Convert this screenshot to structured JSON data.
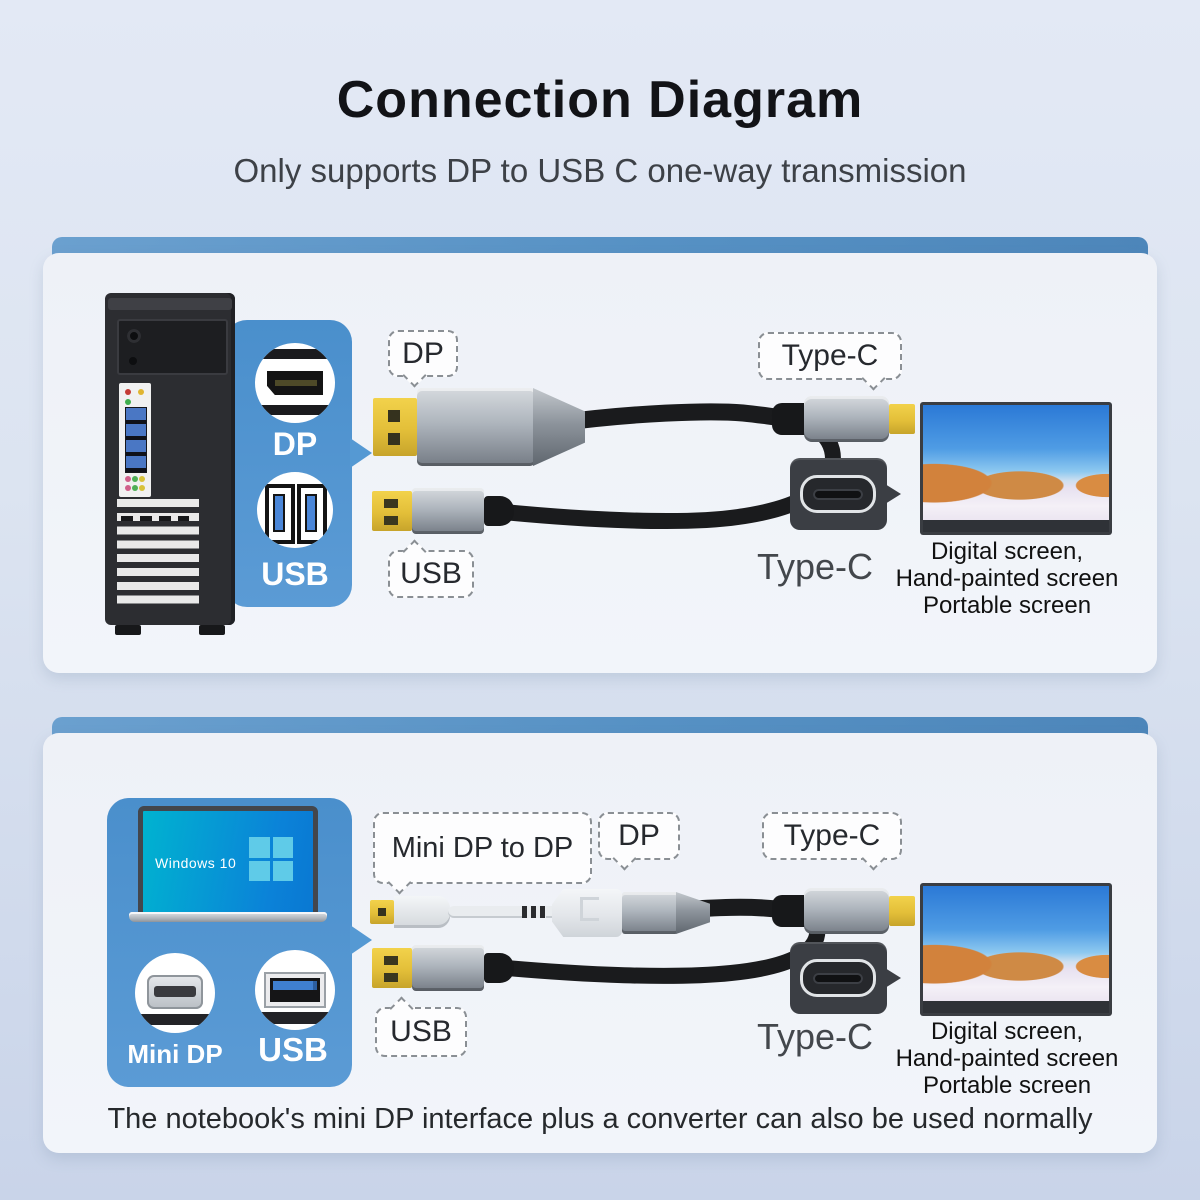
{
  "header": {
    "title": "Connection Diagram",
    "subtitle": "Only supports DP to USB C one-way transmission"
  },
  "panel_top": {
    "pc_ports": {
      "dp": "DP",
      "usb": "USB"
    },
    "bubbles": {
      "dp": "DP",
      "usb": "USB",
      "typec": "Type-C"
    },
    "typec_port_label": "Type-C",
    "monitor_caption": {
      "line1": "Digital screen,",
      "line2": "Hand-painted screen",
      "line3": "Portable screen"
    }
  },
  "panel_bottom": {
    "laptop_os": "Windows 10",
    "laptop_ports": {
      "minidp": "Mini DP",
      "usb": "USB"
    },
    "bubbles": {
      "adapter": "Mini DP to DP",
      "dp": "DP",
      "usb": "USB",
      "typec": "Type-C"
    },
    "typec_port_label": "Type-C",
    "monitor_caption": {
      "line1": "Digital screen,",
      "line2": "Hand-painted screen",
      "line3": "Portable screen"
    },
    "footnote": "The notebook's mini DP interface plus a converter can also be used normally"
  },
  "colors": {
    "background_top": "#e3e9f5",
    "background_bottom": "#c9d4e9",
    "panel_body": "#f0f3f9",
    "accent_bar_blue": "#5691c4",
    "callout_blue": "#4f93ce",
    "cable_black": "#1a1b1d",
    "connector_gold": "#e9c83f",
    "connector_gray": "#9aa1a9"
  }
}
